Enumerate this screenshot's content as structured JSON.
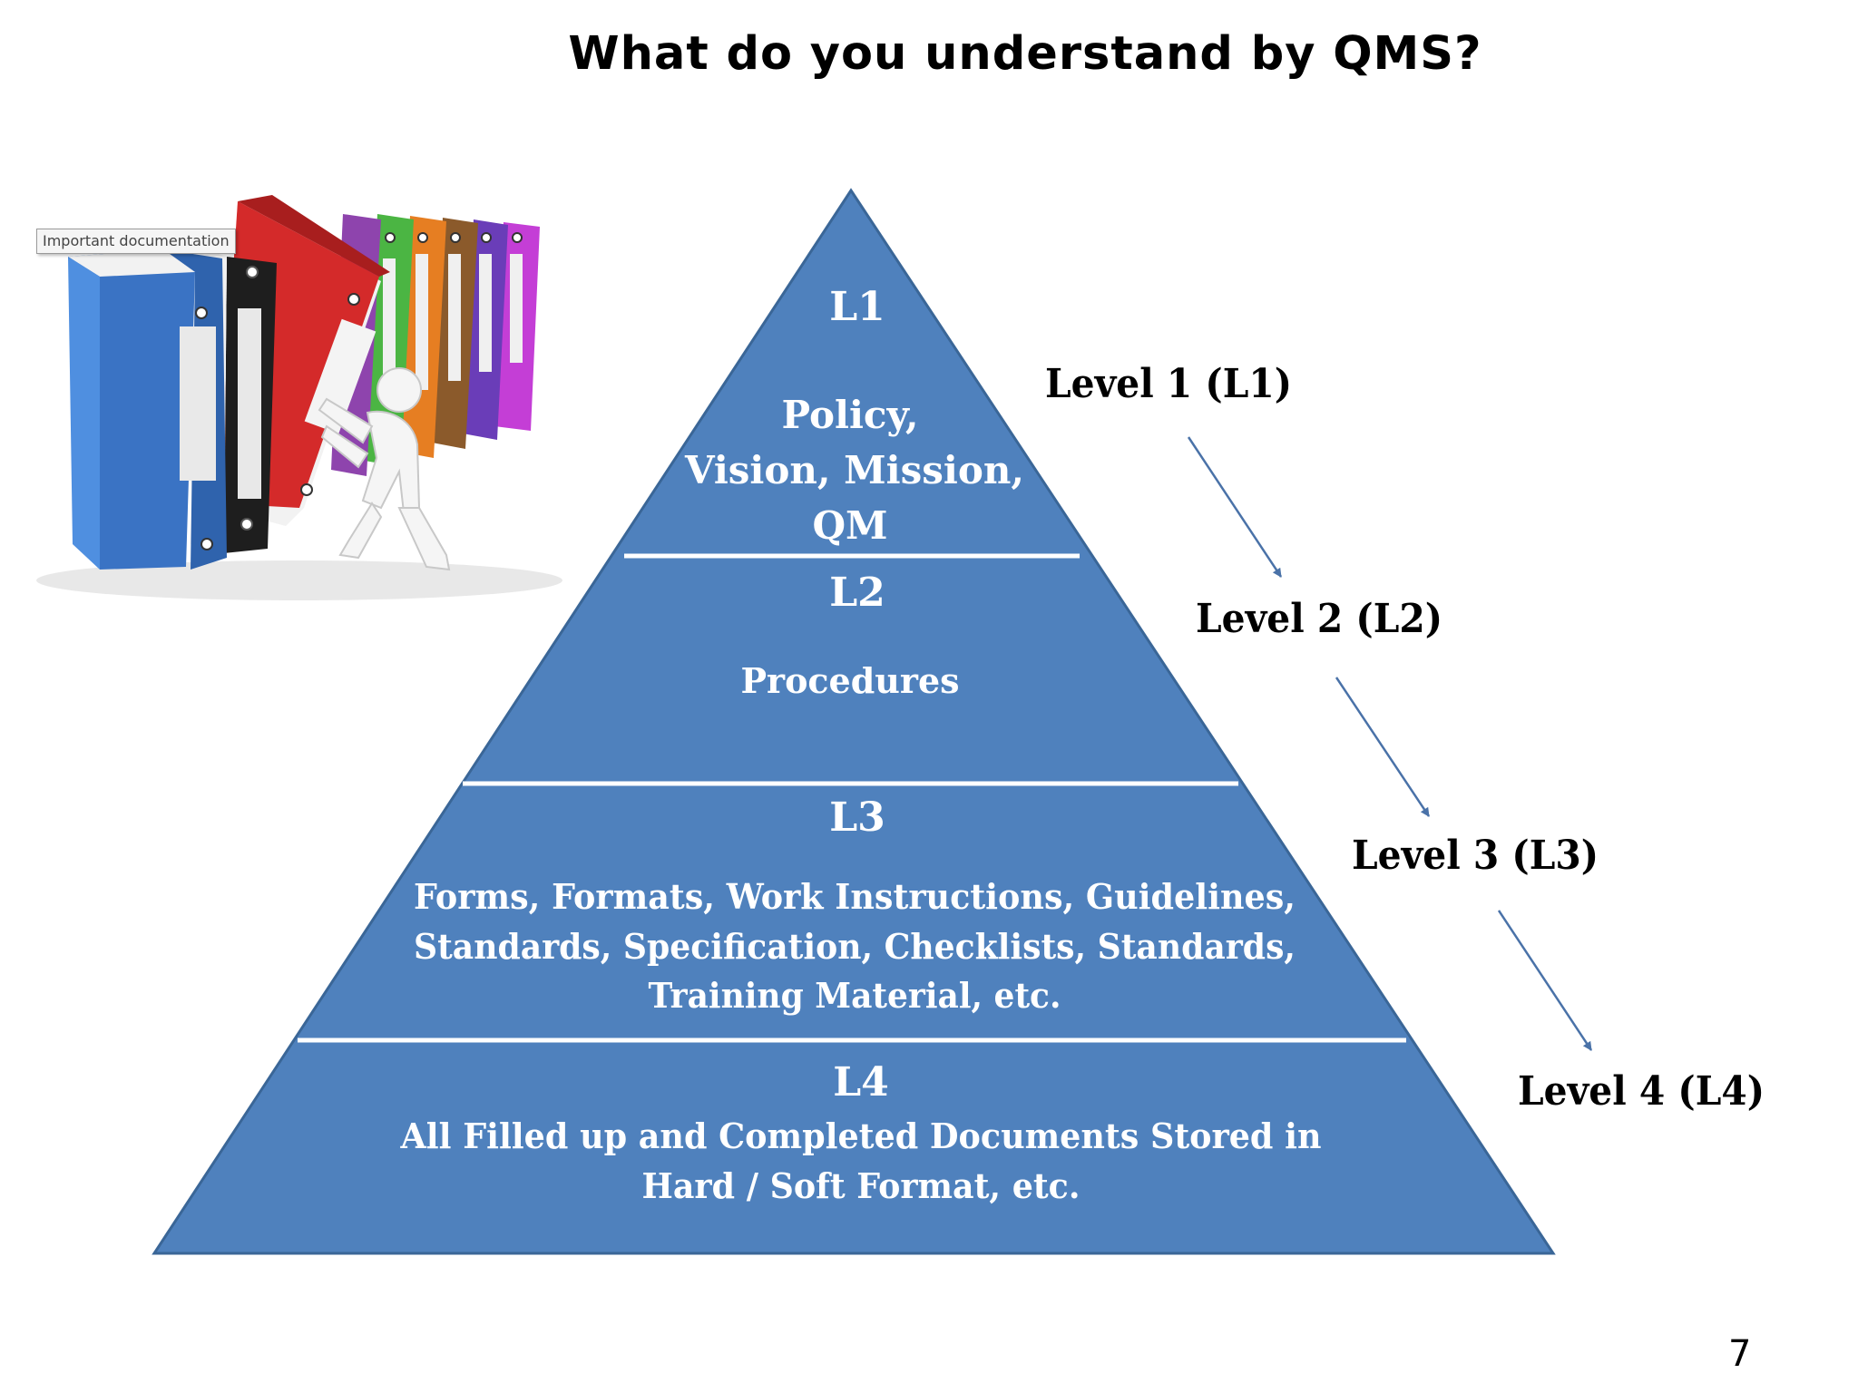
{
  "title": "What do you understand by QMS?",
  "tooltip": "Important documentation",
  "page_number": "7",
  "colors": {
    "pyramid_fill": "#4f81bd",
    "pyramid_edge": "#3a6697",
    "divider": "#ffffff",
    "arrow": "#4a72a8"
  },
  "illustration": {
    "icon": "binders-with-figure-icon",
    "binder_colors": [
      "#3d7fd6",
      "#202020",
      "#d42a2a",
      "#8e44ad",
      "#4bb543",
      "#e67e22",
      "#8b5a2b",
      "#6a3db8",
      "#c43ed6"
    ]
  },
  "pyramid": {
    "l1": {
      "code": "L1",
      "text": [
        "Policy,",
        "Vision, Mission,",
        "QM"
      ]
    },
    "l2": {
      "code": "L2",
      "text": [
        "Procedures"
      ]
    },
    "l3": {
      "code": "L3",
      "text": [
        "Forms, Formats, Work Instructions, Guidelines,",
        "Standards, Specification, Checklists, Standards,",
        "Training Material, etc."
      ]
    },
    "l4": {
      "code": "L4",
      "text": [
        "All Filled up and Completed Documents Stored in",
        "Hard / Soft Format, etc."
      ]
    }
  },
  "levels": [
    "Level 1 (L1)",
    "Level 2 (L2)",
    "Level 3 (L3)",
    "Level 4 (L4)"
  ]
}
